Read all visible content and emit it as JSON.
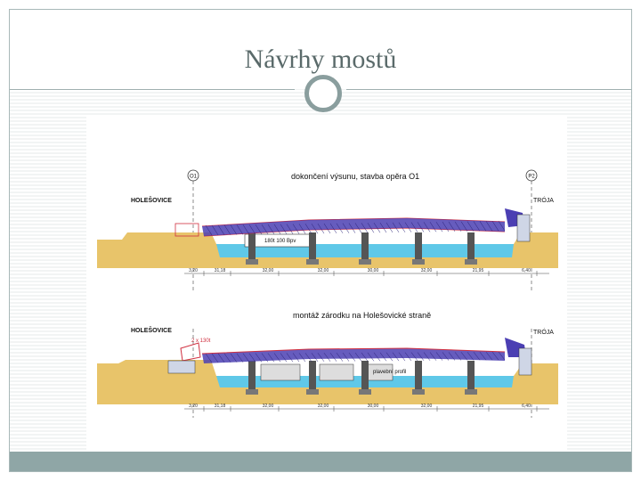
{
  "slide": {
    "title": "Návrhy mostů"
  },
  "figure": {
    "top_panel": {
      "caption": "dokončení výsunu, stavba opěra O1",
      "left_bank": "HOLEŠOVICE",
      "right_bank": "TRÓJA",
      "left_marker": "O1",
      "right_marker": "P2",
      "annotations": [
        "180t 100 Bpv"
      ],
      "dimensions": [
        "3,20",
        "31,18",
        "32,00",
        "32,00",
        "30,00",
        "32,00",
        "21,95",
        "6,40"
      ]
    },
    "bottom_panel": {
      "caption": "montáž zárodku na Holešovické straně",
      "left_bank": "HOLEŠOVICE",
      "right_bank": "TRÓJA",
      "annotations": [
        "2 x 130t",
        "plavební profil"
      ],
      "dimensions": [
        "3,20",
        "31,18",
        "32,00",
        "32,00",
        "30,00",
        "32,00",
        "21,95",
        "6,40"
      ]
    },
    "colors": {
      "truss": "#4b3fb3",
      "truss_edge": "#d03040",
      "water": "#5fc8e8",
      "ground": "#e8c46a",
      "pier": "#555555",
      "crane": "#d03040"
    }
  }
}
